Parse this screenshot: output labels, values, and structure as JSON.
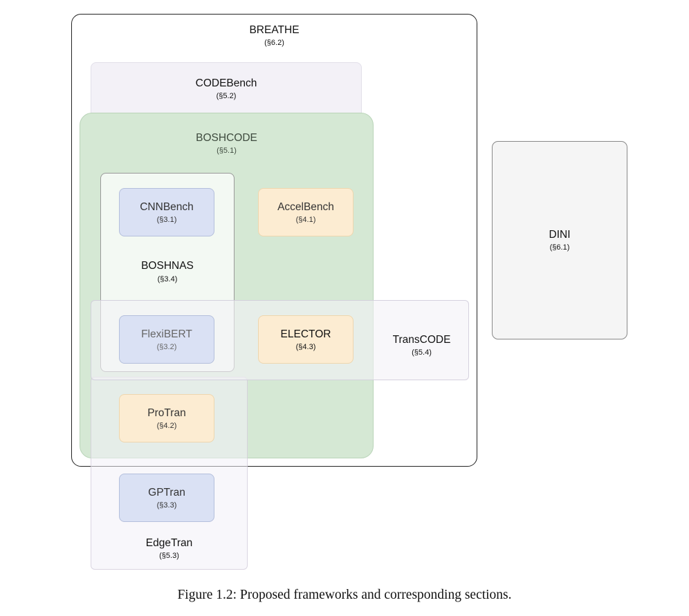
{
  "boxes": {
    "breathe": {
      "name": "BREATHE",
      "section": "(§6.2)"
    },
    "codebench": {
      "name": "CODEBench",
      "section": "(§5.2)"
    },
    "boshcode": {
      "name": "BOSHCODE",
      "section": "(§5.1)"
    },
    "cnnbench": {
      "name": "CNNBench",
      "section": "(§3.1)"
    },
    "accelbench": {
      "name": "AccelBench",
      "section": "(§4.1)"
    },
    "boshnas": {
      "name": "BOSHNAS",
      "section": "(§3.4)"
    },
    "flexibert": {
      "name": "FlexiBERT",
      "section": "(§3.2)"
    },
    "elector": {
      "name": "ELECTOR",
      "section": "(§4.3)"
    },
    "transcode": {
      "name": "TransCODE",
      "section": "(§5.4)"
    },
    "protran": {
      "name": "ProTran",
      "section": "(§4.2)"
    },
    "gptran": {
      "name": "GPTran",
      "section": "(§3.3)"
    },
    "edgetran": {
      "name": "EdgeTran",
      "section": "(§5.3)"
    },
    "dini": {
      "name": "DINI",
      "section": "(§6.1)"
    }
  },
  "colors": {
    "green": "#d5e8d4",
    "blue": "#dae1f4",
    "orange": "#fcecd2",
    "lavender": "#f3f1f7",
    "white": "#ffffff",
    "dini": "#f5f5f5",
    "border": "#222222"
  },
  "caption": "Figure 1.2: Proposed frameworks and corresponding sections."
}
